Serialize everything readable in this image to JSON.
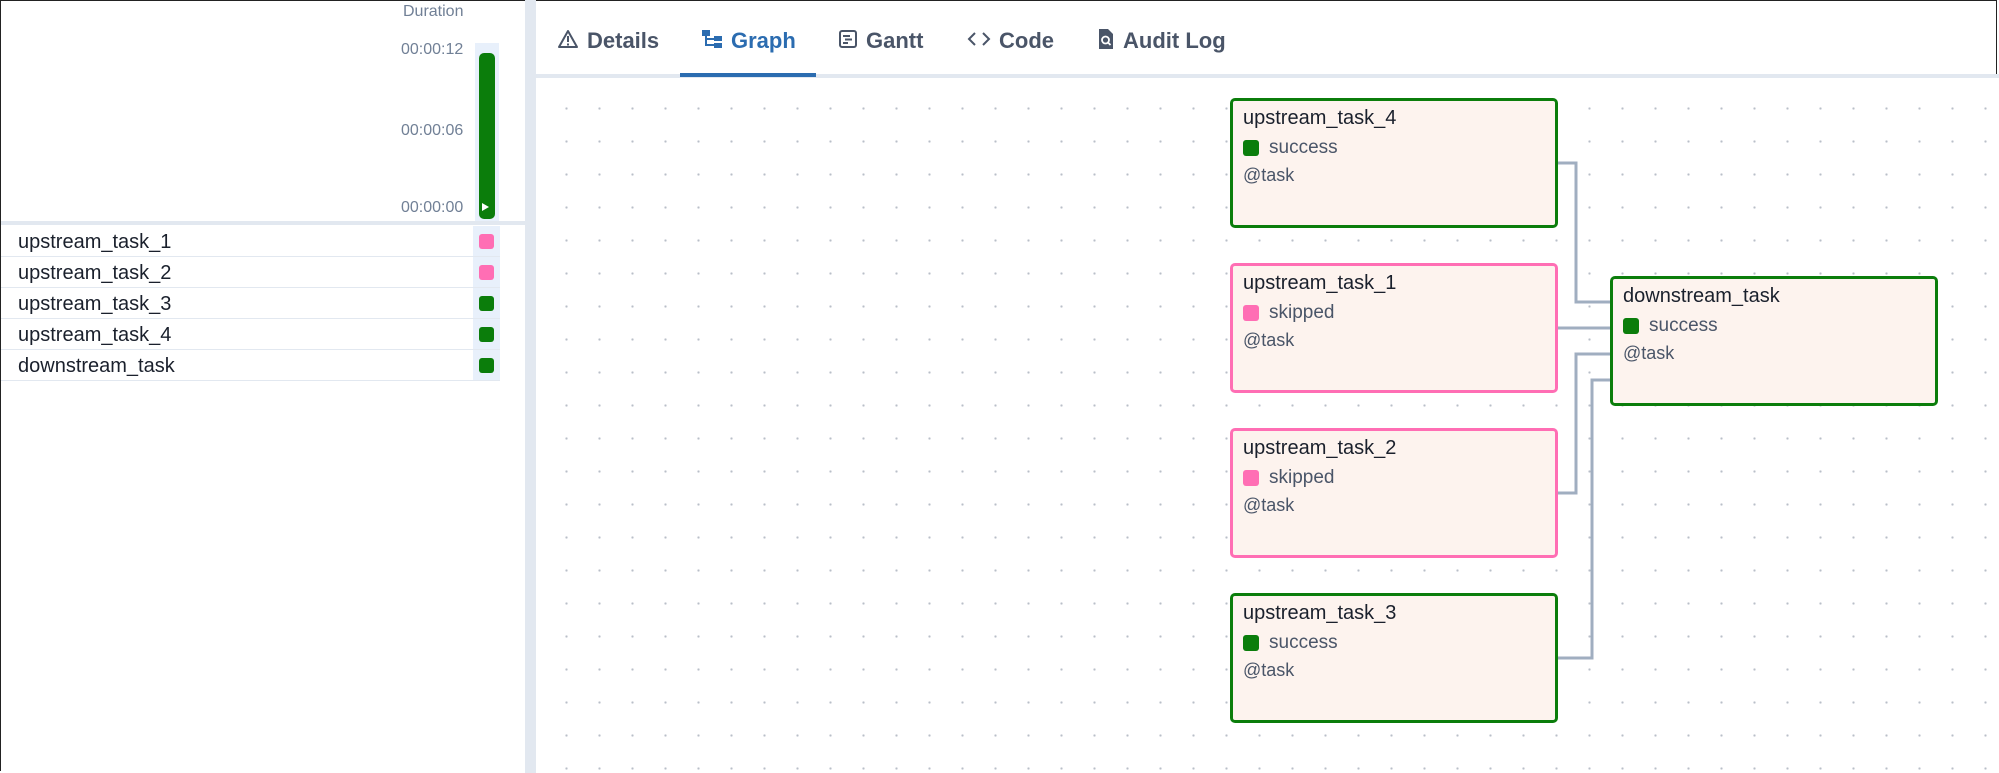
{
  "grid": {
    "duration_label": "Duration",
    "ticks": [
      "00:00:12",
      "00:00:06",
      "00:00:00"
    ],
    "rows": [
      {
        "name": "upstream_task_1",
        "state": "skipped"
      },
      {
        "name": "upstream_task_2",
        "state": "skipped"
      },
      {
        "name": "upstream_task_3",
        "state": "success"
      },
      {
        "name": "upstream_task_4",
        "state": "success"
      },
      {
        "name": "downstream_task",
        "state": "success"
      }
    ]
  },
  "tabs": [
    {
      "label": "Details",
      "icon": "warning-triangle-icon"
    },
    {
      "label": "Graph",
      "icon": "graph-icon",
      "active": true
    },
    {
      "label": "Gantt",
      "icon": "gantt-icon"
    },
    {
      "label": "Code",
      "icon": "code-icon"
    },
    {
      "label": "Audit Log",
      "icon": "audit-log-icon"
    }
  ],
  "graph": {
    "nodes": [
      {
        "id": "upstream_task_4",
        "state": "success",
        "operator": "@task"
      },
      {
        "id": "upstream_task_1",
        "state": "skipped",
        "operator": "@task"
      },
      {
        "id": "upstream_task_2",
        "state": "skipped",
        "operator": "@task"
      },
      {
        "id": "upstream_task_3",
        "state": "success",
        "operator": "@task"
      },
      {
        "id": "downstream_task",
        "state": "success",
        "operator": "@task"
      }
    ]
  },
  "colors": {
    "success": "#0b7d0b",
    "skipped": "#ff6eb4",
    "active_tab": "#2b6cb0",
    "node_fill": "#fdf3ee",
    "edge": "#a0aec0"
  }
}
